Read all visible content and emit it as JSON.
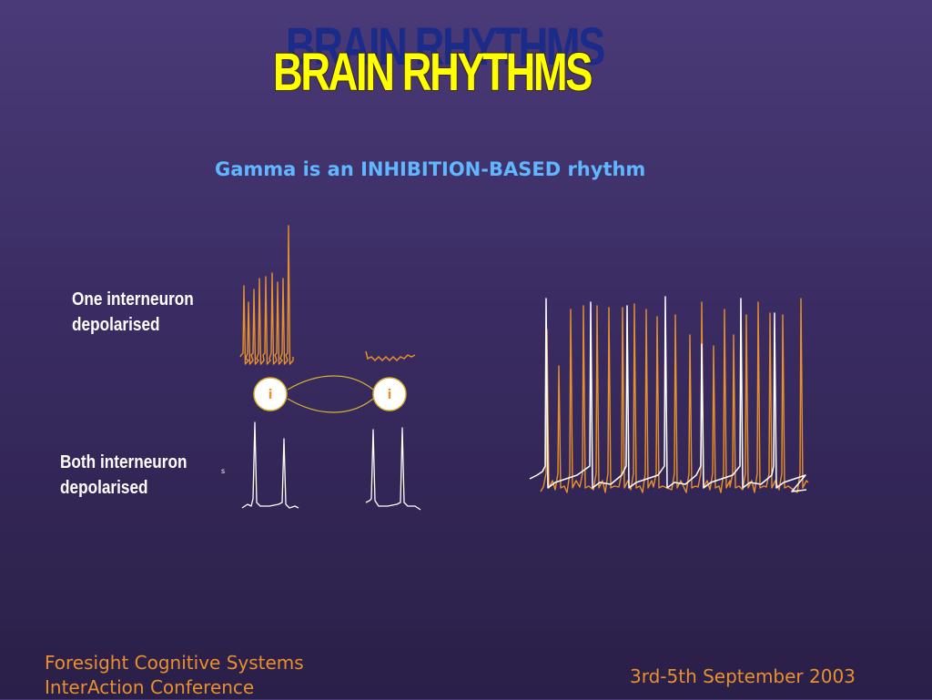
{
  "title": "BRAIN RHYTHMS",
  "subtitle": "Gamma is an INHIBITION-BASED rhythm",
  "labels": {
    "one": [
      "One interneuron",
      "depolarised"
    ],
    "both": [
      "Both interneuron",
      "depolarised"
    ],
    "small_mark": "s"
  },
  "neurons": {
    "left": "i",
    "right": "i"
  },
  "footer": {
    "left": [
      "Foresight Cognitive Systems",
      "InterAction Conference"
    ],
    "right": "3rd-5th September 2003"
  },
  "colors": {
    "title": "#ffff00",
    "title_shadow": "#1a2b8a",
    "subtitle": "#5fb7ff",
    "trace_orange": "#e8902c",
    "trace_white": "#ffffff",
    "footer": "#e8902c"
  }
}
